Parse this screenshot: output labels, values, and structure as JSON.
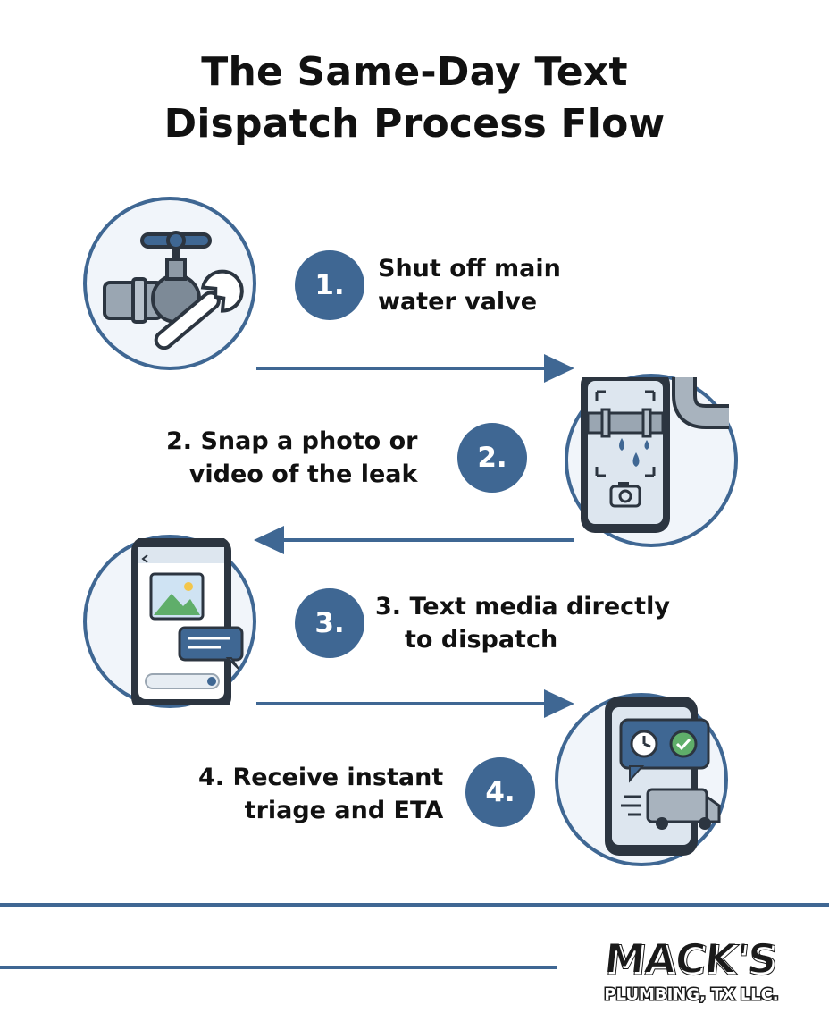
{
  "title": {
    "line1": "The Same-Day Text",
    "line2": "Dispatch Process Flow"
  },
  "steps": [
    {
      "badge": "1.",
      "line1": "Shut off main",
      "line2": "water valve",
      "icon": "valve-wrench-icon"
    },
    {
      "badge": "2.",
      "line1": "2. Snap a photo or",
      "line2": "video of the leak",
      "icon": "phone-camera-leak-icon"
    },
    {
      "badge": "3.",
      "line1": "3. Text media directly",
      "line2": "to dispatch",
      "icon": "phone-message-icon"
    },
    {
      "badge": "4.",
      "line1": "4. Receive instant",
      "line2": "triage and ETA",
      "icon": "phone-van-eta-icon"
    }
  ],
  "logo": {
    "name": "MACK'S",
    "tagline": "PLUMBING, TX LLC."
  },
  "colors": {
    "accent": "#3f6793",
    "icon_bg": "#f1f5fa",
    "text": "#111111"
  }
}
